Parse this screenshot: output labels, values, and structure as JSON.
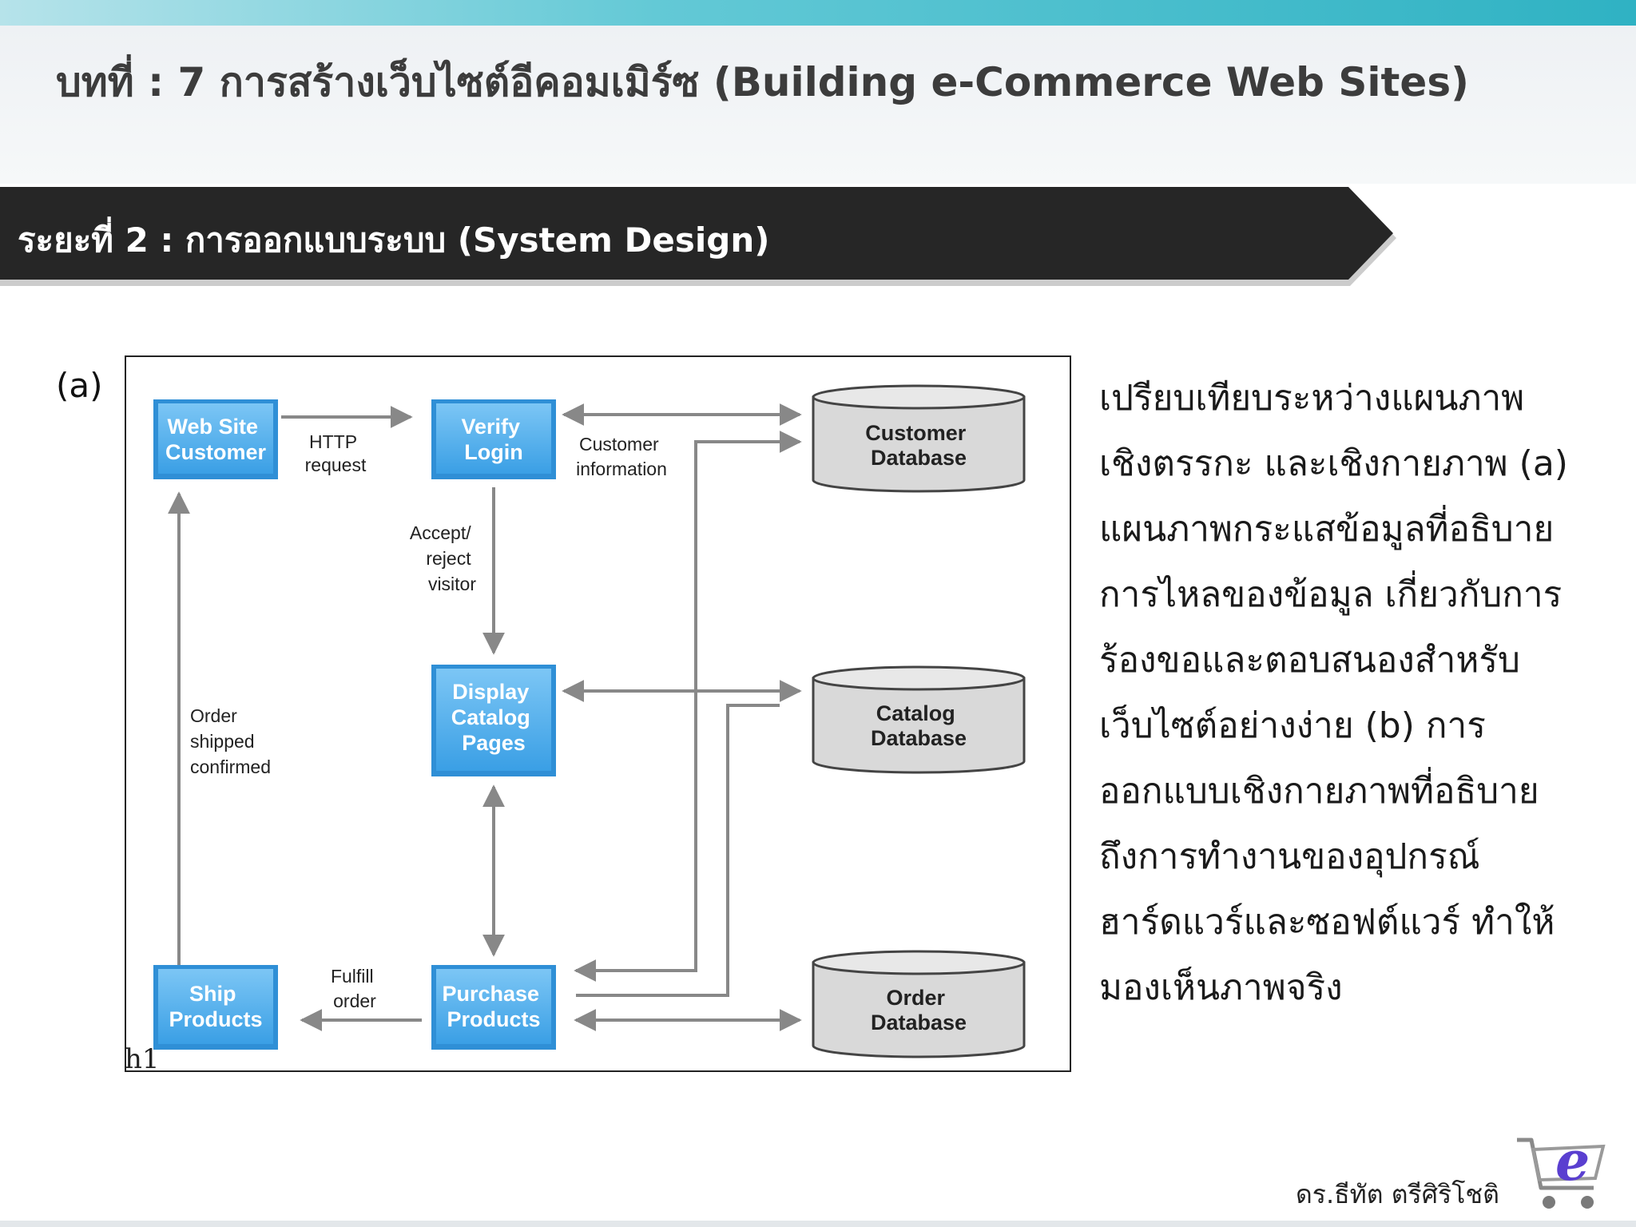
{
  "slide": {
    "title": "บทที่ : 7 การสร้างเว็บไซต์อีคอมเมิร์ซ (Building e-Commerce Web Sites)",
    "phase": "ระยะที่ 2 : การออกแบบระบบ (System Design)",
    "figure_label": "(a)",
    "description_lines": [
      "เปรียบเทียบระหว่างแผนภาพ",
      "เชิงตรรกะ และเชิงกายภาพ (a)",
      "แผนภาพกระแสข้อมูลที่อธิบาย",
      "การไหลของข้อมูล เกี่ยวกับการ",
      "ร้องขอและตอบสนองสำหรับ",
      "เว็บไซต์อย่างง่าย (b) การ",
      "ออกแบบเชิงกายภาพที่อธิบาย",
      "ถึงการทำงานของอุปกรณ์",
      "ฮาร์ดแวร์และซอฟต์แวร์ ทำให้",
      "มองเห็นภาพจริง"
    ],
    "author": "ดร.ธีทัต ตรีศิริโชติ",
    "logo_icon": "shopping-cart-e-icon",
    "stray_mark": "h1"
  },
  "diagram": {
    "processes": {
      "web_site_customer": [
        "Web Site",
        "Customer"
      ],
      "verify_login": [
        "Verify",
        "Login"
      ],
      "display_catalog": [
        "Display",
        "Catalog",
        "Pages"
      ],
      "purchase_products": [
        "Purchase",
        "Products"
      ],
      "ship_products": [
        "Ship",
        "Products"
      ]
    },
    "stores": {
      "customer_db": [
        "Customer",
        "Database"
      ],
      "catalog_db": [
        "Catalog",
        "Database"
      ],
      "order_db": [
        "Order",
        "Database"
      ]
    },
    "flows": {
      "http_request": [
        "HTTP",
        "request"
      ],
      "customer_information": [
        "Customer",
        "information"
      ],
      "accept_reject": [
        "Accept/",
        "reject",
        "visitor"
      ],
      "order_shipped": [
        "Order",
        "shipped",
        "confirmed"
      ],
      "fulfill_order": [
        "Fulfill",
        "order"
      ]
    }
  },
  "colors": {
    "process_fill": "#4fb0ee",
    "process_border": "#2f8fd6",
    "store_fill": "#d9d9d9",
    "arrow": "#888888",
    "phase_band": "#262626",
    "top_accent": "#2fb2c3"
  }
}
